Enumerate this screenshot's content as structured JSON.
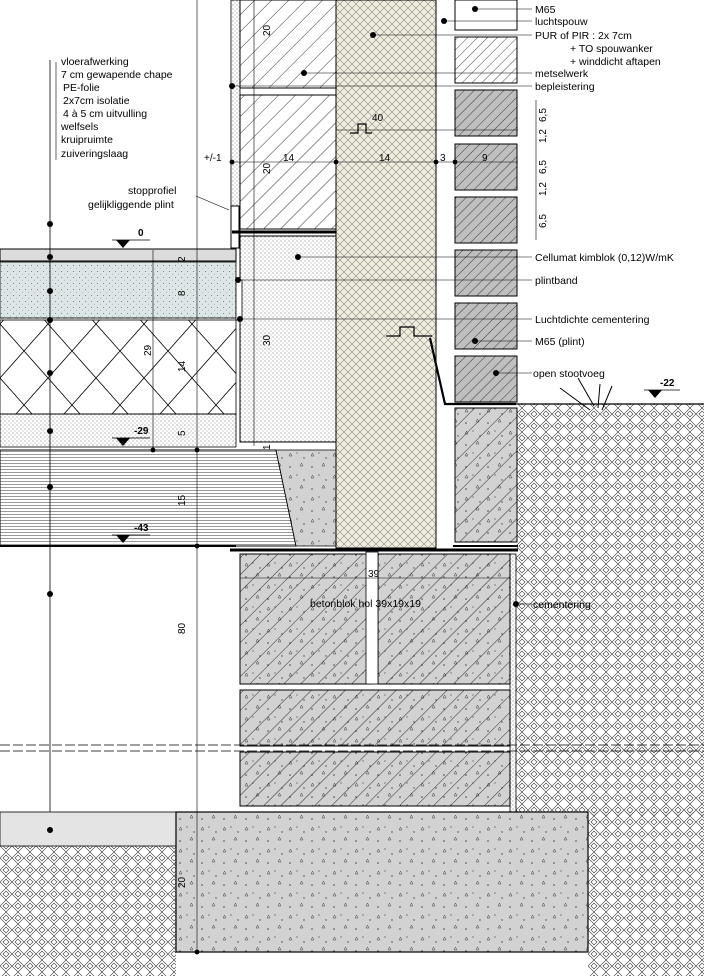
{
  "colors": {
    "line": "#000000",
    "insulation_fill": "#efece0",
    "concrete_fill": "#d2d2d2",
    "screed_fill": "#dde6e6",
    "light_fill": "#e4e4e4",
    "brick_fill": "#bfbfbf",
    "block_fill": "#c4c4c4"
  },
  "left_labels": [
    "vloerafwerking",
    "7 cm gewapende chape",
    "PE-folie",
    "2x7cm isolatie",
    "4 à 5 cm uitvulling",
    "welfsels",
    "kruipruimte",
    "zuiveringslaag"
  ],
  "stop_profile": [
    "stopprofiel",
    "gelijkliggende plint"
  ],
  "right_labels": {
    "m65": "M65",
    "cavity": "luchtspouw",
    "pur": "PUR of PIR : 2x 7cm",
    "pur_note1": "+ TO spouwanker",
    "pur_note2": "+ winddicht aftapen",
    "masonry": "metselwerk",
    "plaster": "bepleistering",
    "cellumat": "Cellumat kimblok (0,12)W/mK",
    "plint_band": "plintband",
    "airtight": "Luchtdichte cementering",
    "m65_plint": "M65 (plint)",
    "open_joint": "open stootvoeg",
    "block": "betonblok hol 39x19x19",
    "cementing": "cementering"
  },
  "levels": {
    "zero": "0",
    "minus29": "-29",
    "minus43": "-43",
    "minus22": "-22",
    "plusminus1": "+/-1"
  },
  "dimensions": {
    "d20_top": "20",
    "d20_mid": "20",
    "d40": "40",
    "d14a": "14",
    "d14b": "14",
    "d3": "3",
    "d9": "9",
    "d65a": "6,5",
    "d12a": "1,2",
    "d65b": "6,5",
    "d12b": "1,2",
    "d65c": "6,5",
    "d2": "2",
    "d8": "8",
    "d29": "29",
    "d14c": "14",
    "d30": "30",
    "d5": "5",
    "d1": "1",
    "d15": "15",
    "d39": "39",
    "d80": "80",
    "d20_bottom": "20"
  }
}
